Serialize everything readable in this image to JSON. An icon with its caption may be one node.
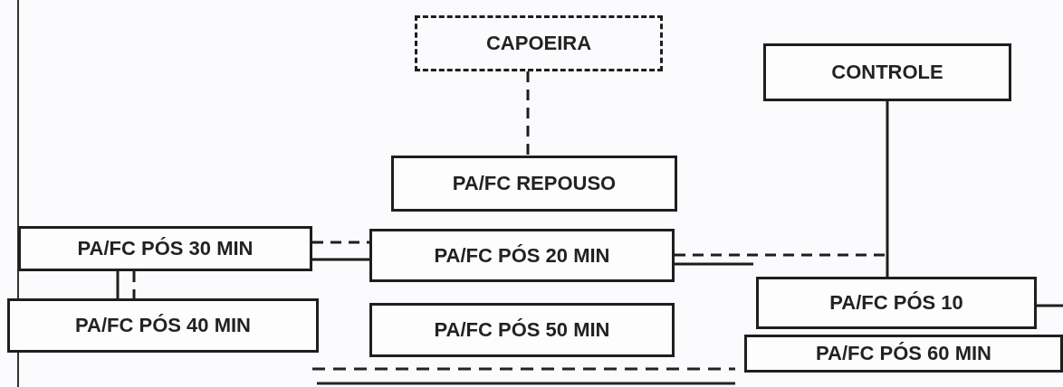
{
  "diagram": {
    "nodes": [
      {
        "text": [
          "CAPOEIRA"
        ]
      },
      {
        "text": [
          "CONTROLE"
        ]
      },
      {
        "text": [
          "PA/FC REPOUSO"
        ]
      },
      {
        "text": [
          "PA/FC PÓS 30 MIN"
        ]
      },
      {
        "text": [
          "PA/FC PÓS 20 MIN"
        ]
      },
      {
        "text": [
          "PA/FC PÓS 40 MIN"
        ]
      },
      {
        "text": [
          "PA/FC PÓS 50 MIN"
        ]
      },
      {
        "text": [
          "PA/FC PÓS 10"
        ]
      },
      {
        "text": [
          "PA/FC PÓS 60 MIN"
        ]
      }
    ],
    "edges": [
      {
        "from": 0,
        "to": 2,
        "arrow": "none",
        "style": "dashed"
      },
      {
        "from": 1,
        "to": 7,
        "arrow": "none"
      },
      {
        "from": 3,
        "to": 4,
        "arrow": "none"
      },
      {
        "from": 3,
        "to": 4,
        "arrow": "none",
        "style": "dashed"
      },
      {
        "from": 3,
        "to": 5,
        "arrow": "none"
      },
      {
        "from": 3,
        "to": 5,
        "arrow": "none",
        "style": "dashed"
      },
      {
        "from": 4,
        "to": null,
        "arrow": "none",
        "style": "dashed"
      },
      {
        "from": 4,
        "to": null,
        "arrow": "none"
      },
      {
        "from": 7,
        "to": null,
        "arrow": "none"
      }
    ]
  }
}
